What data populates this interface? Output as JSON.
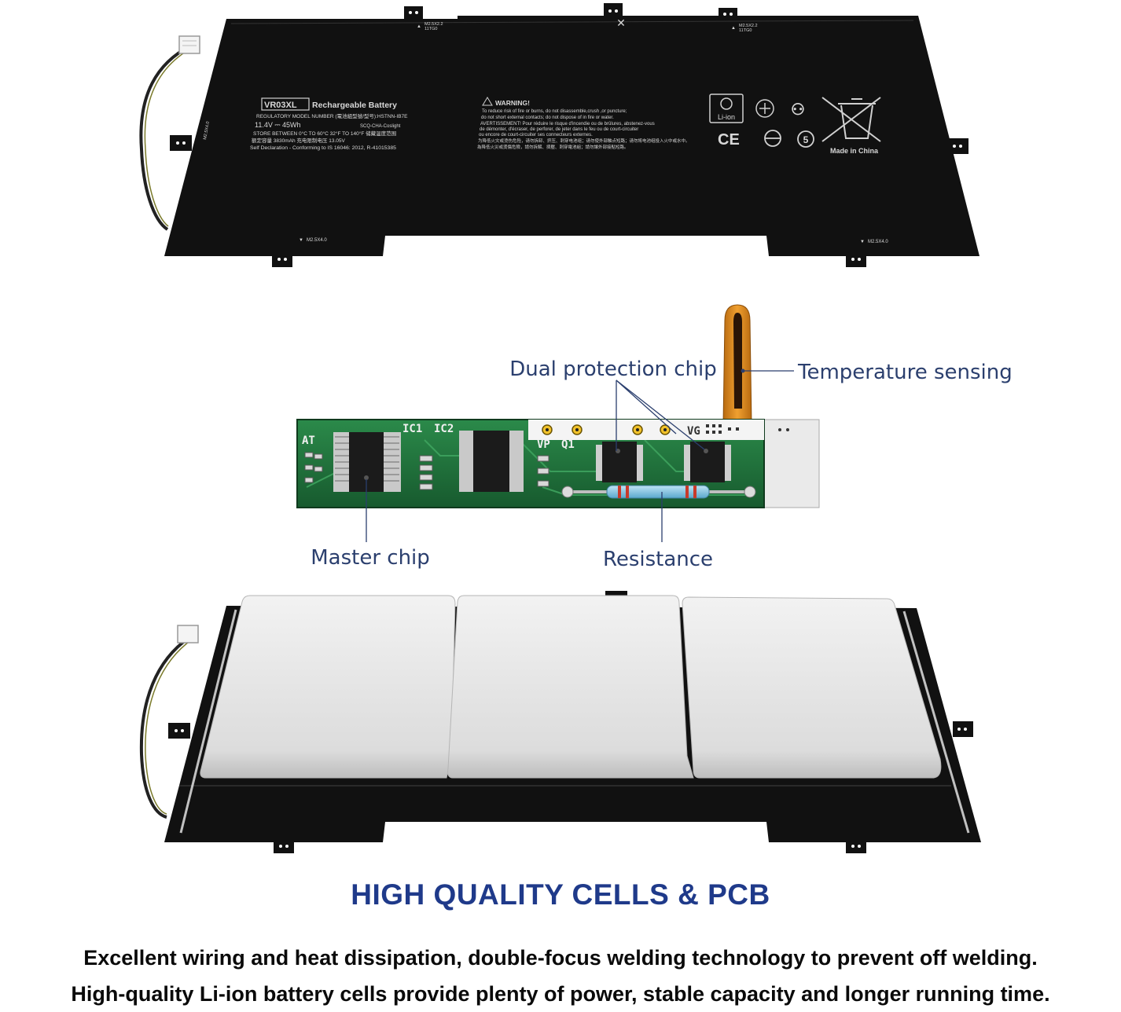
{
  "battery_label": {
    "model_badge": "VR03XL",
    "title": "Rechargeable Battery",
    "regulatory": "REGULATORY MODEL NUMBER (電池組型號/型号):HSTNN-IB7E",
    "voltage_capacity": "11.4V ⎓ 45Wh",
    "manufacturer_code": "SCQ-CHA-Coslight",
    "store_temp": "STORE BETWEEN 0°C TO 60°C  32°F TO 140°F 储藏温度范围",
    "rated_capacity": "额定容量 3830mAh   充电限制电压 13.05V",
    "self_declaration": "Self Declaration - Conforming to IS 16046: 2012, R-41015385",
    "warning_title": "WARNING!",
    "warning_lines": [
      "To reduce risk of fire or burns, do not disassemble,crush ,or puncture;",
      "do not short external contacts; do not dispose of in fire or water.",
      "AVERTISSEMENT! Pour réduire le risque d'incendie ou de brûlures, abstenez-vous",
      "de démonter, d'écraser, de perforer, de jeter dans le feu ou de court-circuiter",
      "ou encore de court-circuiter ses connecteurs externes.",
      "为降低火灾或烫伤危险，请勿拆卸、挤压、刺穿电池组；请勿使外部触点短路；请勿将电池组投入火中或水中。",
      "為降低火災或燙傷危險，請勿拆解、擠壓、刺穿電池組；請勿讓外部接點短路。"
    ],
    "cert_liion": "Li-ion",
    "made_in": "Made in China",
    "screw_marks": [
      "M2.5X2.2",
      "11TG0",
      "M2.5X2.2",
      "11TG0",
      "M2.5X4.0",
      "M2.5X4.0",
      "M2.5X4.0"
    ]
  },
  "pcb": {
    "silkscreen": [
      "AT",
      "IC1",
      "IC2",
      "VP",
      "Q1",
      "VG"
    ],
    "callouts": {
      "dual_protection": "Dual protection chip",
      "temperature": "Temperature sensing",
      "master_chip": "Master chip",
      "resistance": "Resistance"
    }
  },
  "headline": "HIGH QUALITY CELLS & PCB",
  "body_lines": [
    "Excellent wiring and heat dissipation, double-focus welding technology to prevent off welding.",
    "High-quality Li-ion battery cells provide plenty of power, stable capacity and longer running time."
  ],
  "colors": {
    "headline": "#1f3a8a",
    "callout": "#2b3f6e",
    "battery_body": "#111111",
    "pcb_green": "#1f6b3a",
    "cell_grey": "#e6e6e6"
  }
}
